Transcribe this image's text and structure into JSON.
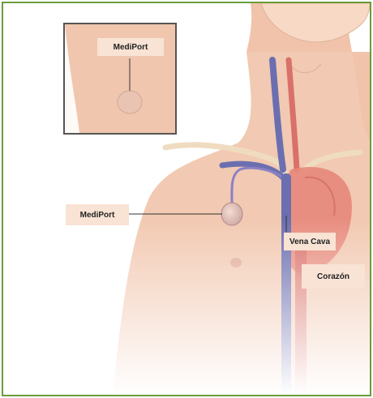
{
  "labels": {
    "inset_port": "MediPort",
    "port": "MediPort",
    "vena_cava": "Vena Cava",
    "heart": "Corazón"
  },
  "colors": {
    "border": "#6a9c3a",
    "label_bg": "#f8e3d4",
    "skin": "#f3cdb7",
    "skin_shadow": "#e3ab92",
    "vein": "#6b6fb0",
    "artery": "#d9706a",
    "heart": "#e7877a",
    "clavicle": "#efdcc0"
  }
}
